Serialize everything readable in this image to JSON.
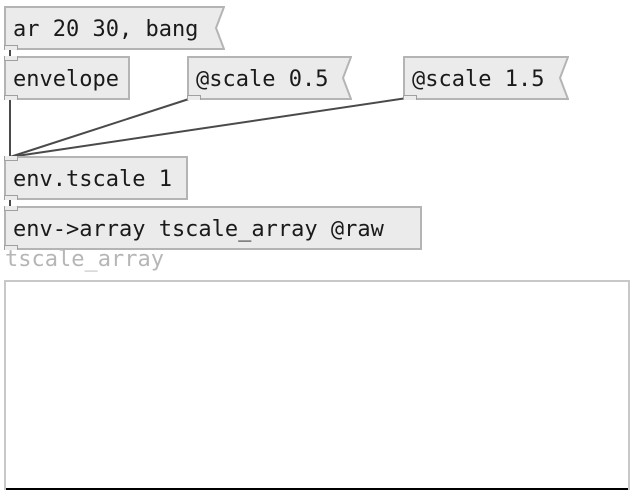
{
  "patch": {
    "messages": {
      "ar": "ar 20 30, bang",
      "scale_half": "@scale 0.5",
      "scale_one_half": "@scale 1.5"
    },
    "objects": {
      "envelope": "envelope",
      "tscale": "env.tscale 1",
      "to_array": "env->array tscale_array @raw"
    },
    "array": {
      "label": "tscale_array"
    }
  },
  "colors": {
    "box_fill": "#ebebeb",
    "box_border": "#b4b4b4",
    "wire": "#4a4a4a",
    "array_label": "#b6b6b6"
  }
}
